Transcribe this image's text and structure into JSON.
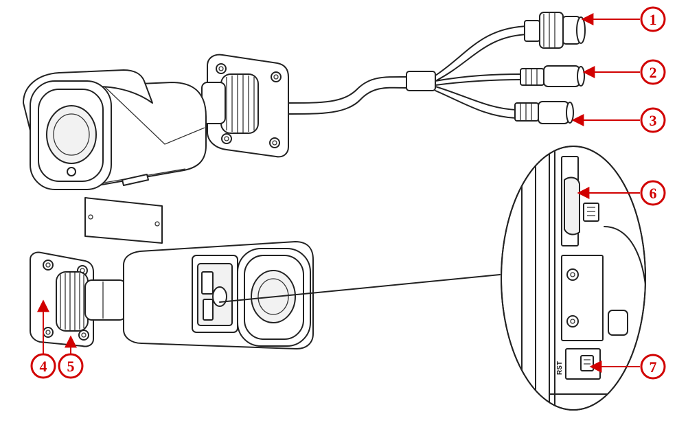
{
  "callouts": [
    {
      "id": "1",
      "label": "1"
    },
    {
      "id": "2",
      "label": "2"
    },
    {
      "id": "3",
      "label": "3"
    },
    {
      "id": "4",
      "label": "4"
    },
    {
      "id": "5",
      "label": "5"
    },
    {
      "id": "6",
      "label": "6"
    },
    {
      "id": "7",
      "label": "7"
    }
  ],
  "reset_label": "RST",
  "colors": {
    "callout": "#d10000",
    "line": "#222222"
  }
}
